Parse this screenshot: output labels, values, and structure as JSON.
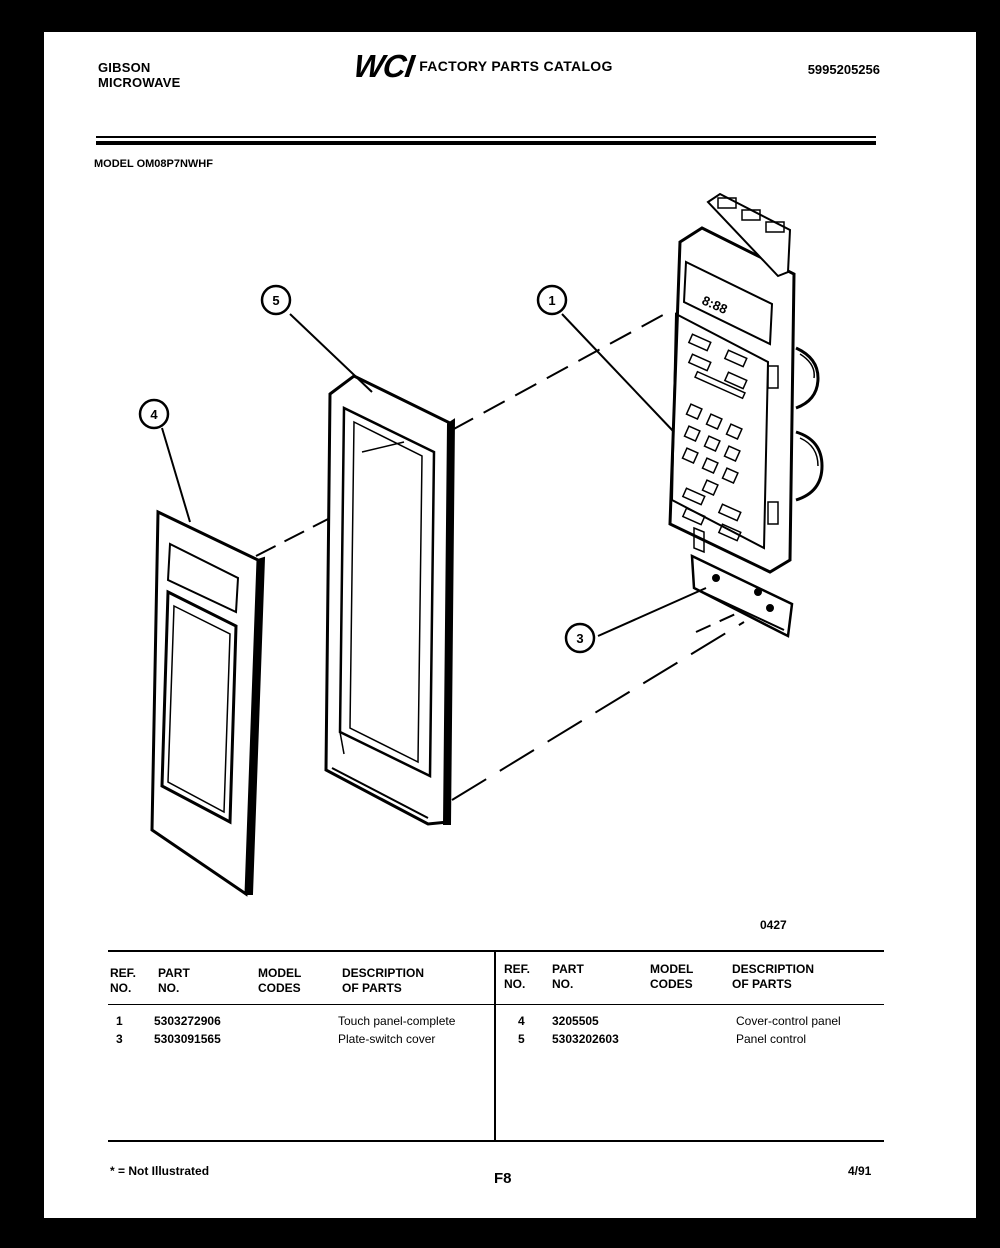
{
  "header": {
    "brand_line1": "GIBSON",
    "brand_line2": "MICROWAVE",
    "logo_text": "WCI",
    "catalog_title": "FACTORY PARTS CATALOG",
    "catalog_number": "5995205256"
  },
  "model_label": "MODEL OM08P7NWHF",
  "diagram": {
    "callouts": [
      "1",
      "3",
      "4",
      "5"
    ],
    "display_readout": "8:88",
    "figure_code": "0427"
  },
  "parts_table": {
    "headers": {
      "ref": [
        "REF.",
        "NO."
      ],
      "part": [
        "PART",
        "NO."
      ],
      "model": [
        "MODEL",
        "CODES"
      ],
      "desc": [
        "DESCRIPTION",
        "OF PARTS"
      ]
    },
    "left_rows": [
      {
        "ref": "1",
        "part": "5303272906",
        "model": "",
        "desc": "Touch panel-complete"
      },
      {
        "ref": "3",
        "part": "5303091565",
        "model": "",
        "desc": "Plate-switch cover"
      }
    ],
    "right_rows": [
      {
        "ref": "4",
        "part": "3205505",
        "model": "",
        "desc": "Cover-control panel"
      },
      {
        "ref": "5",
        "part": "5303202603",
        "model": "",
        "desc": "Panel control"
      }
    ]
  },
  "footer": {
    "note": "* = Not Illustrated",
    "page": "F8",
    "date": "4/91"
  }
}
